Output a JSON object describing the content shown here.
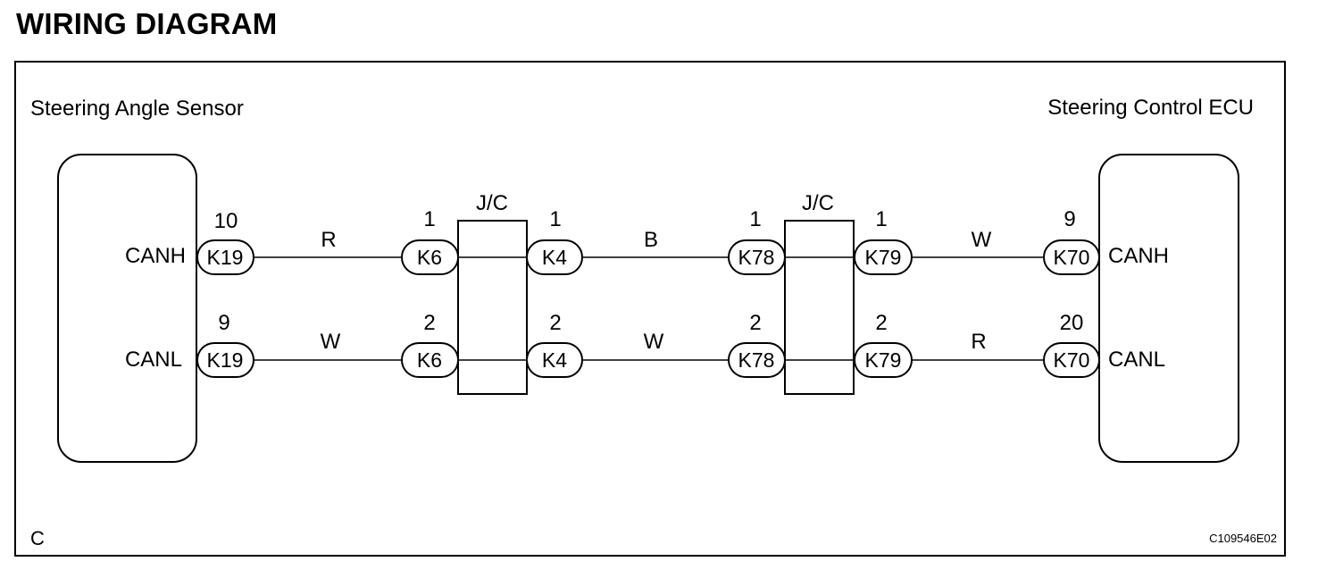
{
  "heading": "WIRING DIAGRAM",
  "frame": {
    "left_component": "Steering Angle Sensor",
    "right_component": "Steering Control ECU",
    "corner_label": "C",
    "figure_code": "C109546E02"
  },
  "junction_label": "J/C",
  "signals": [
    {
      "left_signal": "CANH",
      "right_signal": "CANH",
      "pins": [
        "10",
        "1",
        "1",
        "1",
        "1",
        "9"
      ],
      "connectors": [
        "K19",
        "K6",
        "K4",
        "K78",
        "K79",
        "K70"
      ],
      "wire_colors": [
        "R",
        "B",
        "W"
      ]
    },
    {
      "left_signal": "CANL",
      "right_signal": "CANL",
      "pins": [
        "9",
        "2",
        "2",
        "2",
        "2",
        "20"
      ],
      "connectors": [
        "K19",
        "K6",
        "K4",
        "K78",
        "K79",
        "K70"
      ],
      "wire_colors": [
        "W",
        "W",
        "R"
      ]
    }
  ]
}
